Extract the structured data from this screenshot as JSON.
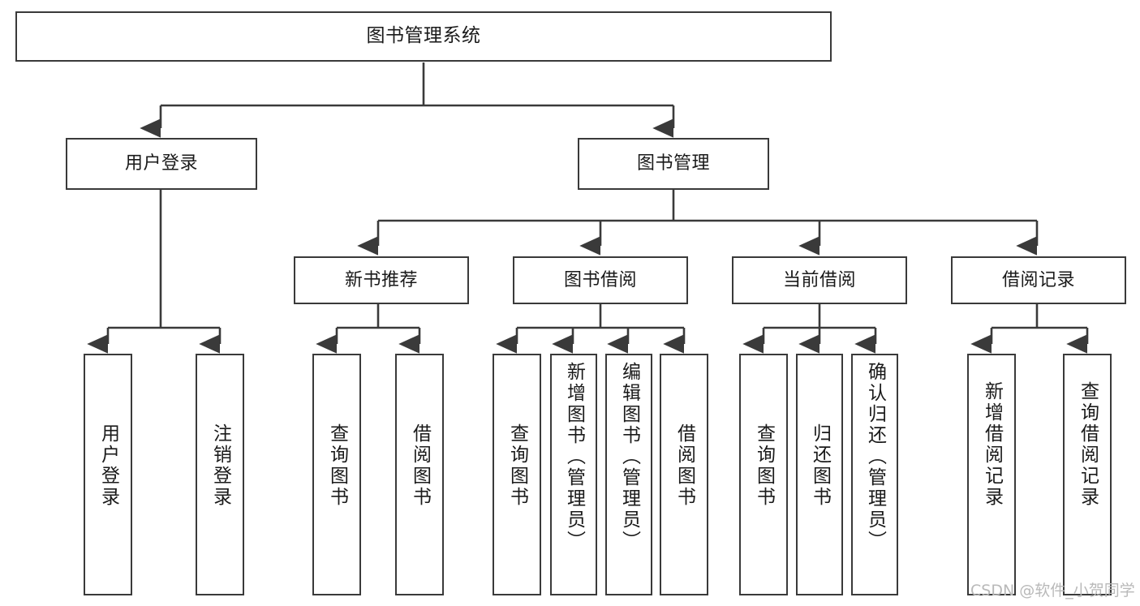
{
  "diagram": {
    "type": "tree",
    "title": "图书管理系统",
    "stroke_color": "#3a3a3a",
    "fill_color": "#ffffff",
    "text_color": "#1a1a1a",
    "levels": [
      {
        "level": 1,
        "nodes": [
          {
            "id": "root",
            "label": "图书管理系统",
            "orientation": "horizontal"
          }
        ]
      },
      {
        "level": 2,
        "nodes": [
          {
            "id": "login",
            "label": "用户登录",
            "orientation": "horizontal"
          },
          {
            "id": "bookmgmt",
            "label": "图书管理",
            "orientation": "horizontal"
          }
        ]
      },
      {
        "level": 3,
        "nodes": [
          {
            "id": "newbook",
            "label": "新书推荐",
            "orientation": "horizontal"
          },
          {
            "id": "borrow",
            "label": "图书借阅",
            "orientation": "horizontal"
          },
          {
            "id": "current",
            "label": "当前借阅",
            "orientation": "horizontal"
          },
          {
            "id": "records",
            "label": "借阅记录",
            "orientation": "horizontal"
          }
        ]
      },
      {
        "level": 4,
        "nodes": [
          {
            "id": "leaf1",
            "label": "用户登录",
            "orientation": "vertical"
          },
          {
            "id": "leaf2",
            "label": "注销登录",
            "orientation": "vertical"
          },
          {
            "id": "leaf3",
            "label": "查询图书",
            "orientation": "vertical"
          },
          {
            "id": "leaf4",
            "label": "借阅图书",
            "orientation": "vertical"
          },
          {
            "id": "leaf5",
            "label": "查询图书",
            "orientation": "vertical"
          },
          {
            "id": "leaf6",
            "label": "新增图书（管理员）",
            "orientation": "vertical"
          },
          {
            "id": "leaf7",
            "label": "编辑图书（管理员）",
            "orientation": "vertical"
          },
          {
            "id": "leaf8",
            "label": "借阅图书",
            "orientation": "vertical"
          },
          {
            "id": "leaf9",
            "label": "查询图书",
            "orientation": "vertical"
          },
          {
            "id": "leaf10",
            "label": "归还图书",
            "orientation": "vertical"
          },
          {
            "id": "leaf11",
            "label": "确认归还（管理员）",
            "orientation": "vertical"
          },
          {
            "id": "leaf12",
            "label": "新增借阅记录",
            "orientation": "vertical"
          },
          {
            "id": "leaf13",
            "label": "查询借阅记录",
            "orientation": "vertical"
          }
        ]
      }
    ]
  },
  "watermark": {
    "text": "CSDN @软件_小贺同学"
  }
}
